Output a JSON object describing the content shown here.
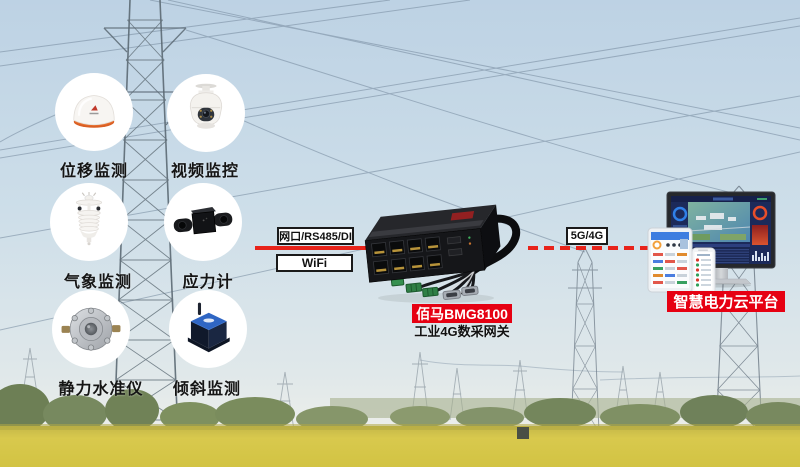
{
  "diagram": {
    "sensors": [
      "位移监测",
      "视频监控",
      "气象监测",
      "应力计",
      "静力水准仪",
      "倾斜监测"
    ],
    "links": {
      "wired_port": "网口/RS485/DI",
      "wifi": "WiFi",
      "cellular": "5G/4G"
    },
    "gateway": {
      "name": "佰马BMG8100",
      "type": "工业4G数采网关"
    },
    "platform": {
      "name": "智慧电力云平台"
    },
    "colors": {
      "accent_red": "#e60012",
      "link_line_red": "#e8231a",
      "sky_blue": "#c6d9e7",
      "field_yellow": "#d7c94e"
    }
  }
}
